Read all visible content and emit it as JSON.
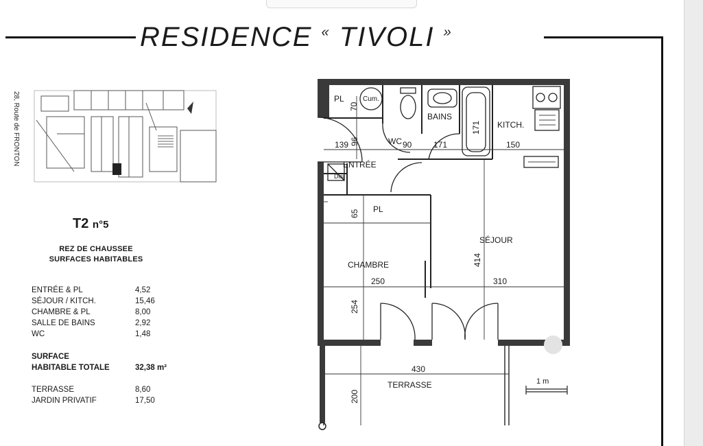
{
  "title": {
    "main_left": "RESIDENCE",
    "open_quote": "«",
    "main_right": "TIVOLI",
    "close_quote": "»"
  },
  "location": {
    "street": "28, Route de FRONTON"
  },
  "unit": {
    "type": "T2",
    "number": "n°5",
    "floor": "REZ DE CHAUSSEE",
    "caption": "SURFACES HABITABLES"
  },
  "surfaces": [
    {
      "label": "ENTRÉE & PL",
      "value": "4,52"
    },
    {
      "label": "SÉJOUR / KITCH.",
      "value": "15,46"
    },
    {
      "label": "CHAMBRE & PL",
      "value": "8,00"
    },
    {
      "label": "SALLE DE BAINS",
      "value": "2,92"
    },
    {
      "label": "WC",
      "value": "1,48"
    }
  ],
  "total": {
    "label_line1": "SURFACE",
    "label_line2": "HABITABLE TOTALE",
    "value": "32,38 m²"
  },
  "extras": [
    {
      "label": "TERRASSE",
      "value": "8,60"
    },
    {
      "label": "JARDIN PRIVATIF",
      "value": "17,50"
    }
  ],
  "rooms": {
    "pl_top": "PL",
    "cum": "Cum.",
    "bains": "BAINS",
    "kitch": "KITCH.",
    "wc": "WC",
    "entree": "ENTRÉE",
    "disj": "Disj",
    "pl_chambre": "PL",
    "sejour": "SÉJOUR",
    "chambre": "CHAMBRE",
    "terrasse": "TERRASSE"
  },
  "dimensions": {
    "d70": "70",
    "d96": "96",
    "d139": "139",
    "d90": "90",
    "d171_h": "171",
    "d171_v": "171",
    "d150": "150",
    "d65": "65",
    "d414": "414",
    "d250": "250",
    "d310": "310",
    "d254": "254",
    "d430": "430",
    "d200": "200"
  },
  "scale_label": "1 m"
}
